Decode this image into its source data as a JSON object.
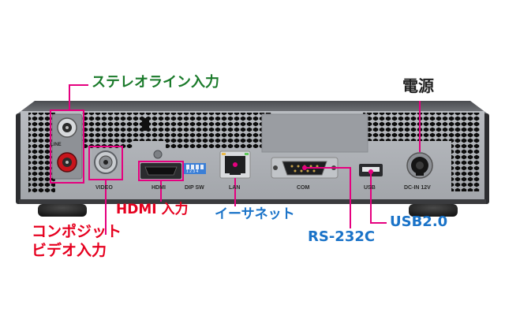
{
  "callouts": {
    "stereo_line_in": "ステレオライン入力",
    "power": "電源",
    "hdmi_in": "HDMI 入力",
    "ethernet": "イーサネット",
    "usb": "USB2.0",
    "rs232c": "RS-232C",
    "composite_line1": "コンポジット",
    "composite_line2": "ビデオ入力"
  },
  "port_labels": {
    "line": "LINE",
    "video": "VIDEO",
    "hdmi": "HDMI",
    "dip_sw": "DIP SW",
    "lan": "LAN",
    "com": "COM",
    "usb": "USB",
    "dc_in": "DC-IN 12V",
    "dip_numbers": "1 2 3 4"
  },
  "colors": {
    "callout_line": "#e5007f",
    "stereo_text": "#1a7a2a",
    "power_text": "#222222",
    "hdmi_text": "#e6001f",
    "composite_text": "#e6001f",
    "network_text": "#1a73c8"
  }
}
